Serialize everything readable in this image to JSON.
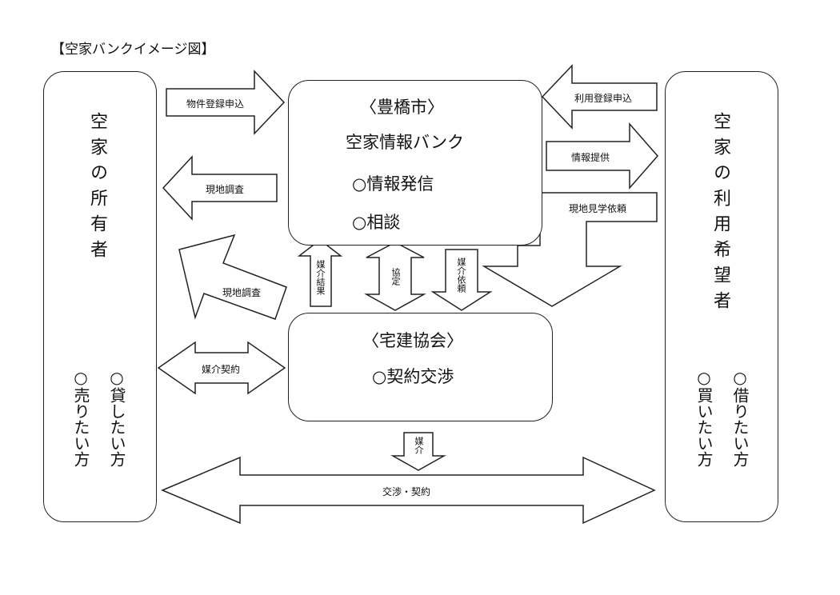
{
  "title": "【空家バンクイメージ図】",
  "owner_box": {
    "heading": "空家の所有者",
    "types": [
      "○貸したい方",
      "○売りたい方"
    ]
  },
  "user_box": {
    "heading": "空家の利用希望者",
    "types": [
      "○借りたい方",
      "○買いたい方"
    ]
  },
  "city_box": {
    "org": "〈豊橋市〉",
    "name": "空家情報バンク",
    "services": [
      "○情報発信",
      "○相談"
    ]
  },
  "realtor_box": {
    "org": "〈宅建協会〉",
    "services": [
      "○契約交渉"
    ]
  },
  "arrows": {
    "property_registration": "物件登録申込",
    "usage_registration": "利用登録申込",
    "info_provision": "情報提供",
    "site_survey_1": "現地調査",
    "site_survey_2": "現地調査",
    "site_visit_request": "現地見学依頼",
    "agency_result": "媒介結果",
    "agreement": "協定",
    "agency_request": "媒介依頼",
    "agency_contract": "媒介契約",
    "agency": "媒介",
    "negotiation_contract": "交渉・契約"
  }
}
